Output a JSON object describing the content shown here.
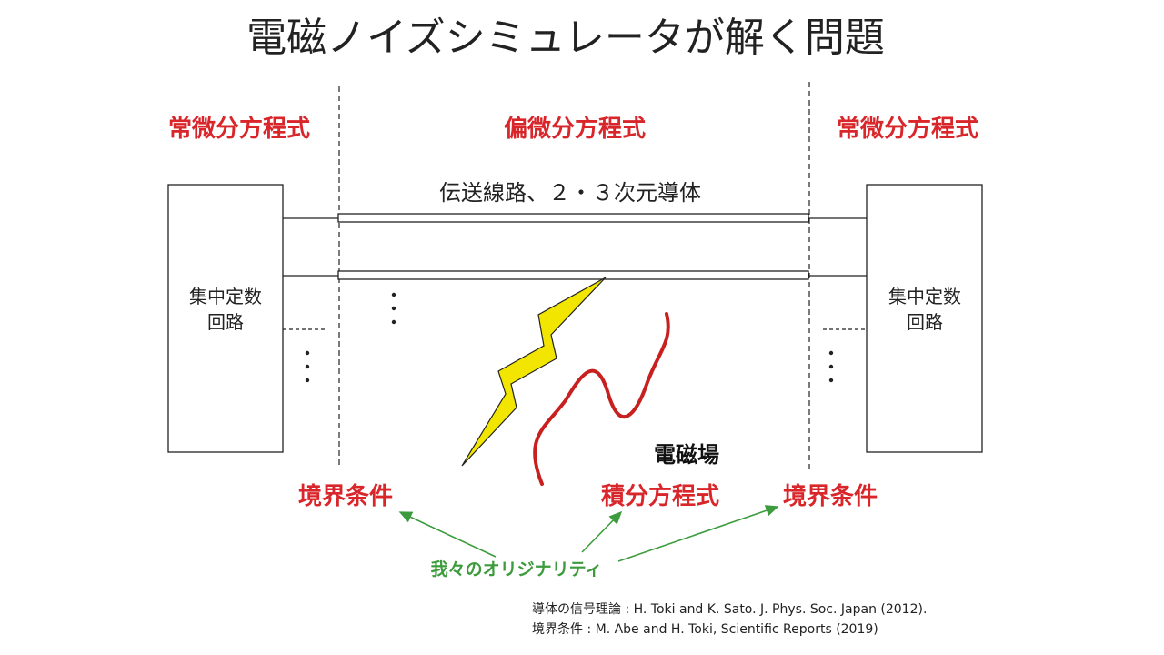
{
  "title": "電磁ノイズシミュレータが解く問題",
  "left_heading": "常微分方程式",
  "center_heading": "偏微分方程式",
  "right_heading": "常微分方程式",
  "conductor_label": "伝送線路、２・３次元導体",
  "left_box": {
    "line1": "集中定数",
    "line2": "回路"
  },
  "right_box": {
    "line1": "集中定数",
    "line2": "回路"
  },
  "field_label": "電磁場",
  "left_boundary": "境界条件",
  "integral_eq": "積分方程式",
  "right_boundary": "境界条件",
  "originality": "我々のオリジナリティ",
  "references": [
    "導体の信号理論 : H. Toki and K. Sato. J. Phys. Soc. Japan (2012).",
    "境界条件 : M. Abe and H. Toki, Scientific Reports (2019)"
  ],
  "colors": {
    "red": "#d9262b",
    "green": "#3c9b3c",
    "yellow": "#f2e600"
  }
}
